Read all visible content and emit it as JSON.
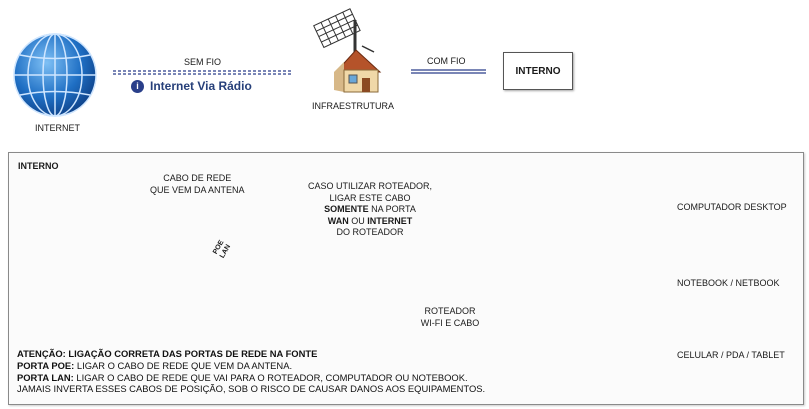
{
  "top": {
    "internet_label": "INTERNET",
    "wireless_label": "SEM FIO",
    "brand_name": "Internet Via Rádio",
    "infra_label": "INFRAESTRUTURA",
    "wired_label": "COM FIO",
    "interno_box_label": "INTERNO"
  },
  "panel": {
    "title": "INTERNO",
    "cable_label_1": "CABO DE REDE",
    "cable_label_2": "QUE VEM DA ANTENA",
    "router_note": [
      "CASO UTILIZAR ROTEADOR,",
      "LIGAR ESTE CABO"
    ],
    "router_note_emph_1": "SOMENTE",
    "router_note_rest_1": " NA PORTA",
    "router_note_emph_2a": "WAN",
    "router_note_mid_2": " OU ",
    "router_note_emph_2b": "INTERNET",
    "router_note_last": "DO ROTEADOR",
    "poe_port_label": "POE",
    "lan_port_label": "LAN",
    "router_label_1": "ROTEADOR",
    "router_label_2": "WI-FI E CABO",
    "devices": {
      "desktop": "COMPUTADOR DESKTOP",
      "notebook": "NOTEBOOK / NETBOOK",
      "mobile": "CELULAR / PDA / TABLET"
    },
    "notes": {
      "heading": "ATENÇÃO: LIGAÇÃO CORRETA DAS PORTAS DE REDE NA FONTE",
      "poe_key": "PORTA POE:",
      "poe_text": " LIGAR O CABO DE REDE QUE VEM DA ANTENA.",
      "lan_key": "PORTA LAN:",
      "lan_text": " LIGAR O CABO DE REDE QUE VAI PARA O ROTEADOR, COMPUTADOR OU NOTEBOOK.",
      "warning": "JAMAIS INVERTA ESSES CABOS DE POSIÇÃO, SOB O RISCO DE CAUSAR DANOS AOS EQUIPAMENTOS."
    }
  },
  "colors": {
    "globe_blue": "#1f6fc4",
    "link_blue": "#2a3f8a",
    "cable_yellow": "#e3d64a",
    "house_roof": "#b5532a",
    "house_wall": "#f0d8a8",
    "router_gray": "#a8a8a8",
    "notebook_screen": "#9ab6c9",
    "mobile_green": "#bfe0b8"
  }
}
